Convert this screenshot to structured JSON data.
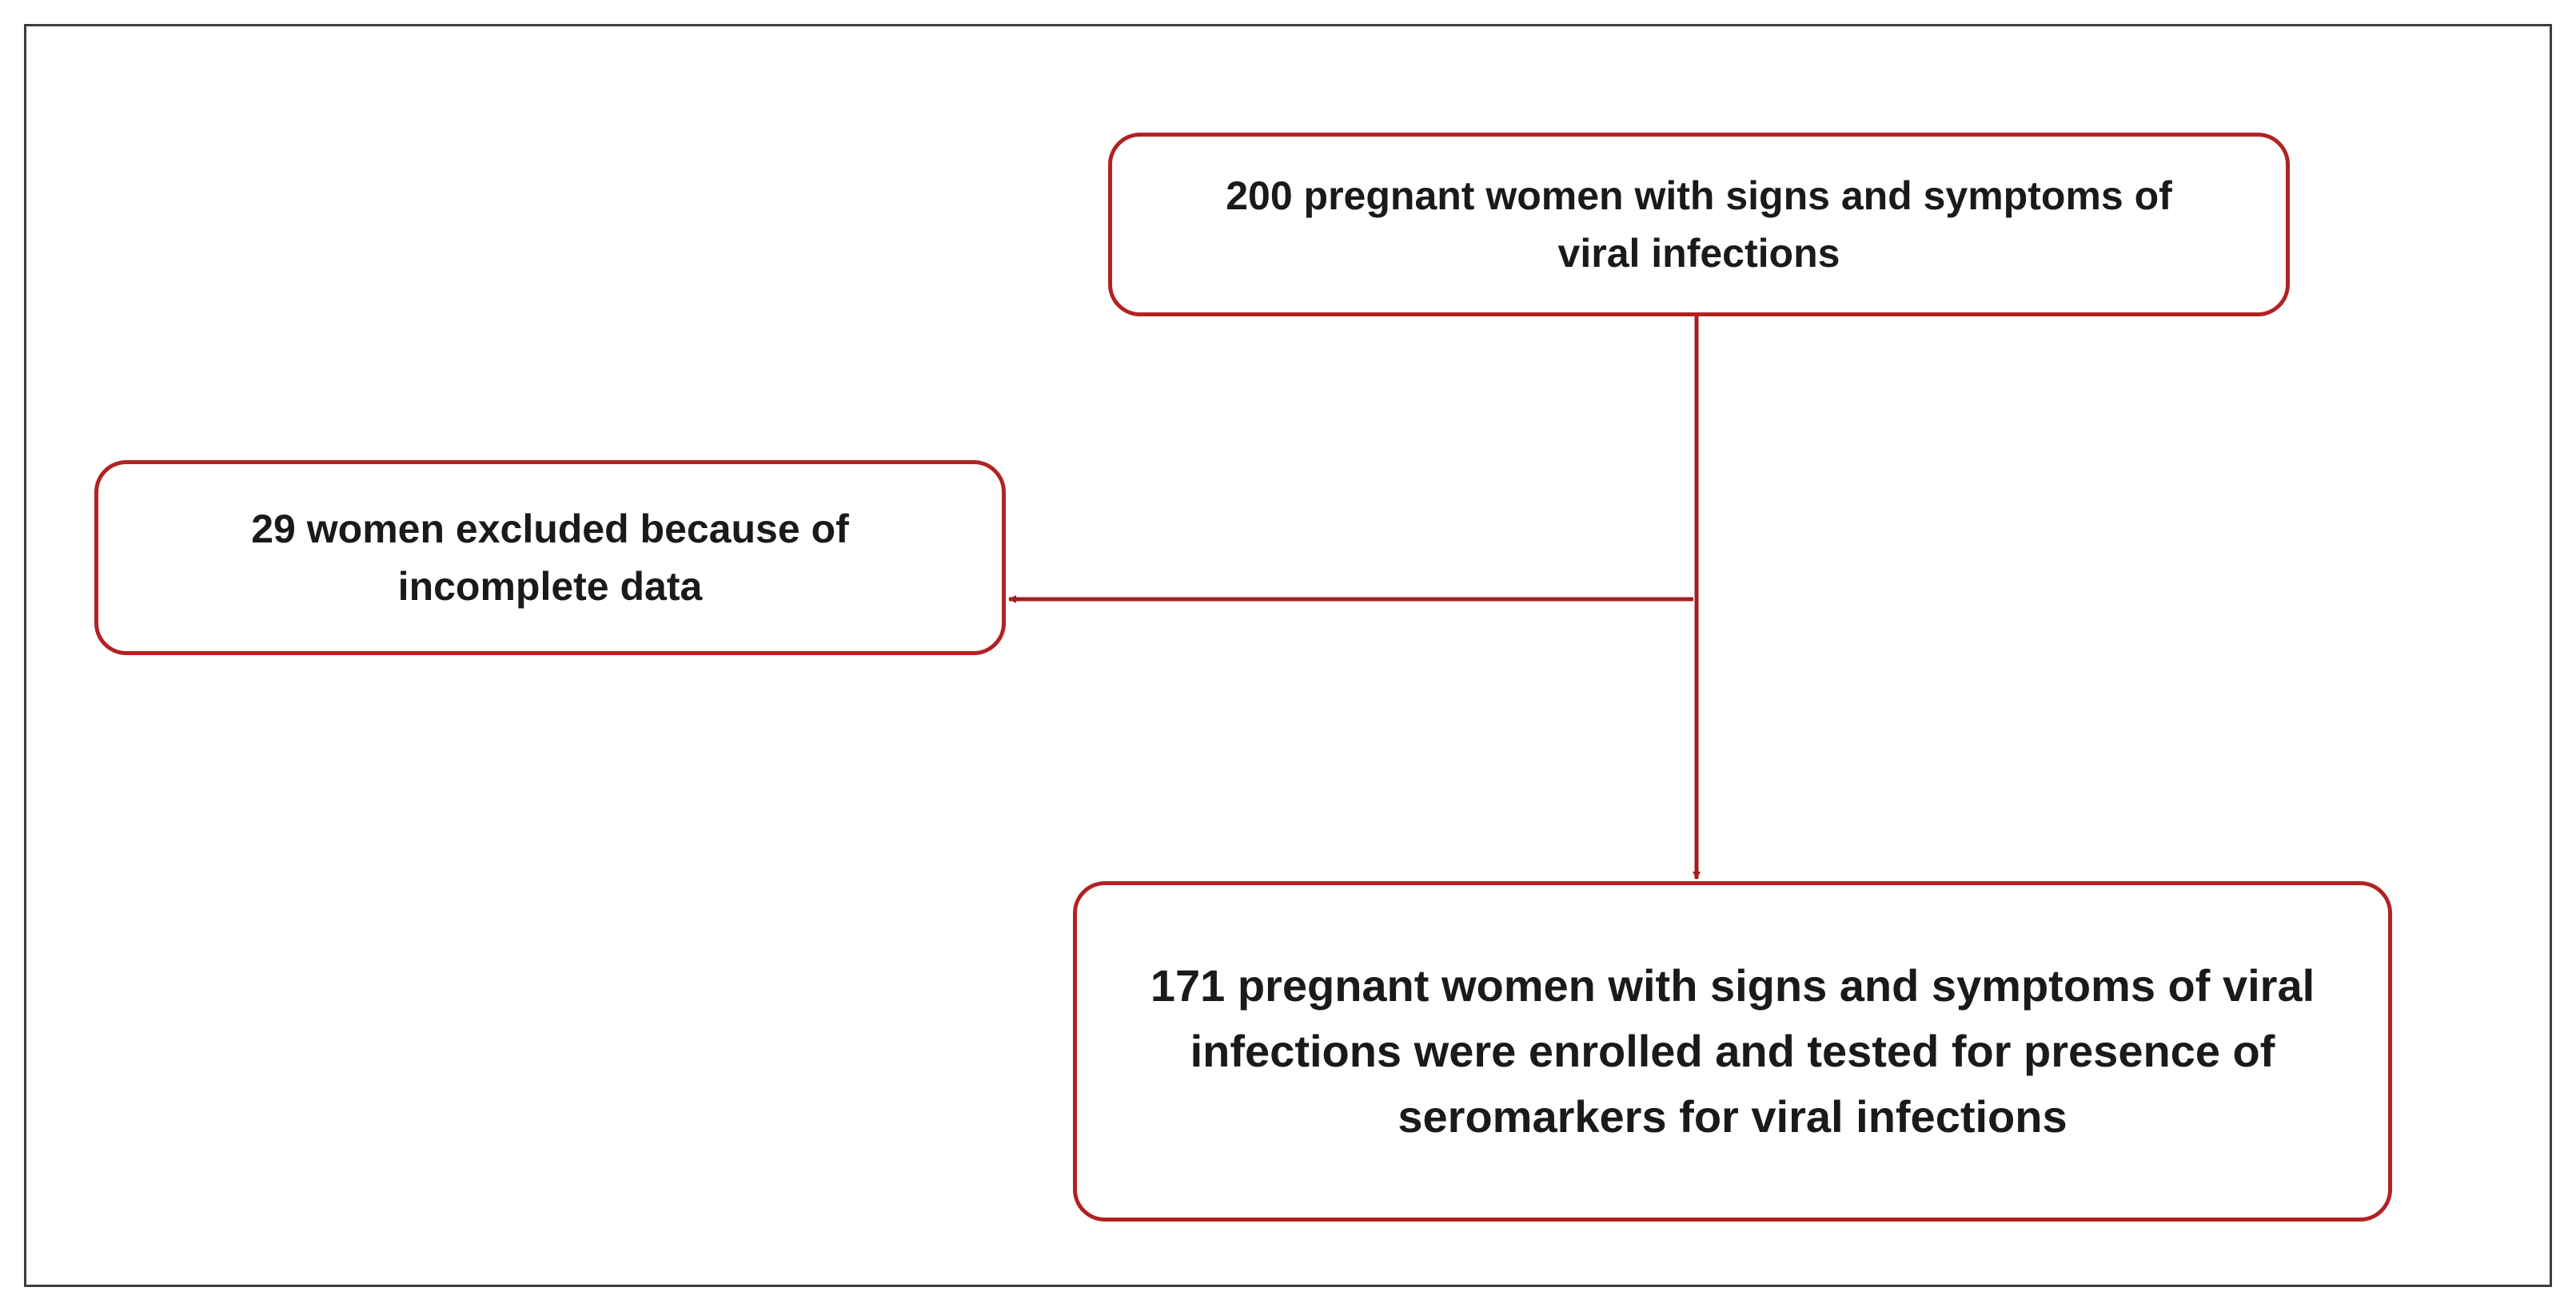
{
  "diagram": {
    "colors": {
      "box_border": "#b22222",
      "connector": "#a31f1f",
      "frame": "#3c3c3c",
      "text": "#1a1a1a"
    },
    "nodes": {
      "top": {
        "text": "200 pregnant women with signs and symptoms of viral infections"
      },
      "excluded": {
        "text": "29 women excluded because of incomplete data"
      },
      "enrolled": {
        "text": "171 pregnant  women with signs and symptoms of viral infections were enrolled and tested for presence of seromarkers  for viral infections"
      }
    },
    "edges": [
      {
        "from": "top",
        "to": "enrolled"
      },
      {
        "from": "top",
        "to": "excluded"
      }
    ]
  }
}
